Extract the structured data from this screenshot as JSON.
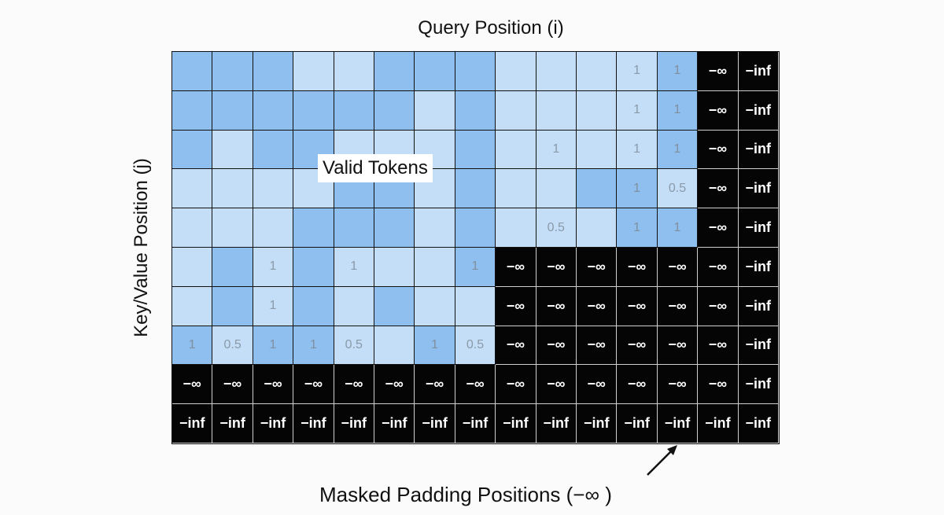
{
  "x_title": "Query Position (i)",
  "y_title": "Key/Value Position (j)",
  "overlay_label": "Valid Tokens",
  "bottom_label": "Masked Padding Positions (−∞ )",
  "colors": {
    "light": "#c4def8",
    "dark": "#8fbfee",
    "mask": "#050505"
  },
  "grid": [
    [
      {
        "c": "dark",
        "t": ""
      },
      {
        "c": "dark",
        "t": ""
      },
      {
        "c": "dark",
        "t": ""
      },
      {
        "c": "light",
        "t": ""
      },
      {
        "c": "light",
        "t": ""
      },
      {
        "c": "dark",
        "t": ""
      },
      {
        "c": "dark",
        "t": ""
      },
      {
        "c": "dark",
        "t": ""
      },
      {
        "c": "light",
        "t": ""
      },
      {
        "c": "light",
        "t": ""
      },
      {
        "c": "light",
        "t": ""
      },
      {
        "c": "light",
        "t": "1"
      },
      {
        "c": "dark",
        "t": "1"
      },
      {
        "c": "mask",
        "t": "−∞"
      },
      {
        "c": "mask",
        "t": "−inf"
      }
    ],
    [
      {
        "c": "dark",
        "t": ""
      },
      {
        "c": "dark",
        "t": ""
      },
      {
        "c": "dark",
        "t": ""
      },
      {
        "c": "dark",
        "t": ""
      },
      {
        "c": "dark",
        "t": ""
      },
      {
        "c": "dark",
        "t": ""
      },
      {
        "c": "light",
        "t": ""
      },
      {
        "c": "dark",
        "t": ""
      },
      {
        "c": "light",
        "t": ""
      },
      {
        "c": "light",
        "t": ""
      },
      {
        "c": "light",
        "t": ""
      },
      {
        "c": "light",
        "t": "1"
      },
      {
        "c": "dark",
        "t": "1"
      },
      {
        "c": "mask",
        "t": "−∞"
      },
      {
        "c": "mask",
        "t": "−inf"
      }
    ],
    [
      {
        "c": "dark",
        "t": ""
      },
      {
        "c": "light",
        "t": ""
      },
      {
        "c": "dark",
        "t": ""
      },
      {
        "c": "dark",
        "t": ""
      },
      {
        "c": "light",
        "t": ""
      },
      {
        "c": "light",
        "t": ""
      },
      {
        "c": "light",
        "t": ""
      },
      {
        "c": "dark",
        "t": ""
      },
      {
        "c": "light",
        "t": ""
      },
      {
        "c": "light",
        "t": "1"
      },
      {
        "c": "light",
        "t": ""
      },
      {
        "c": "light",
        "t": "1"
      },
      {
        "c": "dark",
        "t": "1"
      },
      {
        "c": "mask",
        "t": "−∞"
      },
      {
        "c": "mask",
        "t": "−inf"
      }
    ],
    [
      {
        "c": "light",
        "t": ""
      },
      {
        "c": "light",
        "t": ""
      },
      {
        "c": "light",
        "t": ""
      },
      {
        "c": "light",
        "t": ""
      },
      {
        "c": "dark",
        "t": ""
      },
      {
        "c": "dark",
        "t": ""
      },
      {
        "c": "light",
        "t": ""
      },
      {
        "c": "dark",
        "t": ""
      },
      {
        "c": "light",
        "t": ""
      },
      {
        "c": "light",
        "t": ""
      },
      {
        "c": "dark",
        "t": ""
      },
      {
        "c": "dark",
        "t": "1"
      },
      {
        "c": "light",
        "t": "0.5"
      },
      {
        "c": "mask",
        "t": "−∞"
      },
      {
        "c": "mask",
        "t": "−inf"
      }
    ],
    [
      {
        "c": "light",
        "t": ""
      },
      {
        "c": "light",
        "t": ""
      },
      {
        "c": "light",
        "t": ""
      },
      {
        "c": "dark",
        "t": ""
      },
      {
        "c": "dark",
        "t": ""
      },
      {
        "c": "dark",
        "t": ""
      },
      {
        "c": "light",
        "t": ""
      },
      {
        "c": "dark",
        "t": ""
      },
      {
        "c": "light",
        "t": ""
      },
      {
        "c": "light",
        "t": "0.5"
      },
      {
        "c": "light",
        "t": ""
      },
      {
        "c": "dark",
        "t": "1"
      },
      {
        "c": "dark",
        "t": "1"
      },
      {
        "c": "mask",
        "t": "−∞"
      },
      {
        "c": "mask",
        "t": "−inf"
      }
    ],
    [
      {
        "c": "light",
        "t": ""
      },
      {
        "c": "dark",
        "t": ""
      },
      {
        "c": "light",
        "t": "1"
      },
      {
        "c": "dark",
        "t": ""
      },
      {
        "c": "light",
        "t": "1"
      },
      {
        "c": "light",
        "t": ""
      },
      {
        "c": "light",
        "t": ""
      },
      {
        "c": "dark",
        "t": "1"
      },
      {
        "c": "mask",
        "t": "−∞"
      },
      {
        "c": "mask",
        "t": "−∞"
      },
      {
        "c": "mask",
        "t": "−∞"
      },
      {
        "c": "mask",
        "t": "−∞"
      },
      {
        "c": "mask",
        "t": "−∞"
      },
      {
        "c": "mask",
        "t": "−∞"
      },
      {
        "c": "mask",
        "t": "−inf"
      }
    ],
    [
      {
        "c": "light",
        "t": ""
      },
      {
        "c": "dark",
        "t": ""
      },
      {
        "c": "light",
        "t": "1"
      },
      {
        "c": "dark",
        "t": ""
      },
      {
        "c": "light",
        "t": ""
      },
      {
        "c": "dark",
        "t": ""
      },
      {
        "c": "light",
        "t": ""
      },
      {
        "c": "light",
        "t": ""
      },
      {
        "c": "mask",
        "t": "−∞"
      },
      {
        "c": "mask",
        "t": "−∞"
      },
      {
        "c": "mask",
        "t": "−∞"
      },
      {
        "c": "mask",
        "t": "−∞"
      },
      {
        "c": "mask",
        "t": "−∞"
      },
      {
        "c": "mask",
        "t": "−∞"
      },
      {
        "c": "mask",
        "t": "−inf"
      }
    ],
    [
      {
        "c": "dark",
        "t": "1"
      },
      {
        "c": "light",
        "t": "0.5"
      },
      {
        "c": "dark",
        "t": "1"
      },
      {
        "c": "dark",
        "t": "1"
      },
      {
        "c": "light",
        "t": "0.5"
      },
      {
        "c": "light",
        "t": ""
      },
      {
        "c": "dark",
        "t": "1"
      },
      {
        "c": "light",
        "t": "0.5"
      },
      {
        "c": "mask",
        "t": "−∞"
      },
      {
        "c": "mask",
        "t": "−∞"
      },
      {
        "c": "mask",
        "t": "−∞"
      },
      {
        "c": "mask",
        "t": "−∞"
      },
      {
        "c": "mask",
        "t": "−∞"
      },
      {
        "c": "mask",
        "t": "−∞"
      },
      {
        "c": "mask",
        "t": "−inf"
      }
    ],
    [
      {
        "c": "mask",
        "t": "−∞"
      },
      {
        "c": "mask",
        "t": "−∞"
      },
      {
        "c": "mask",
        "t": "−∞"
      },
      {
        "c": "mask",
        "t": "−∞"
      },
      {
        "c": "mask",
        "t": "−∞"
      },
      {
        "c": "mask",
        "t": "−∞"
      },
      {
        "c": "mask",
        "t": "−∞"
      },
      {
        "c": "mask",
        "t": "−∞"
      },
      {
        "c": "mask",
        "t": "−∞"
      },
      {
        "c": "mask",
        "t": "−∞"
      },
      {
        "c": "mask",
        "t": "−∞"
      },
      {
        "c": "mask",
        "t": "−∞"
      },
      {
        "c": "mask",
        "t": "−∞"
      },
      {
        "c": "mask",
        "t": "−∞"
      },
      {
        "c": "mask",
        "t": "−inf"
      }
    ],
    [
      {
        "c": "mask",
        "t": "−inf"
      },
      {
        "c": "mask",
        "t": "−inf"
      },
      {
        "c": "mask",
        "t": "−inf"
      },
      {
        "c": "mask",
        "t": "−inf"
      },
      {
        "c": "mask",
        "t": "−inf"
      },
      {
        "c": "mask",
        "t": "−inf"
      },
      {
        "c": "mask",
        "t": "−inf"
      },
      {
        "c": "mask",
        "t": "−inf"
      },
      {
        "c": "mask",
        "t": "−inf"
      },
      {
        "c": "mask",
        "t": "−inf"
      },
      {
        "c": "mask",
        "t": "−inf"
      },
      {
        "c": "mask",
        "t": "−inf"
      },
      {
        "c": "mask",
        "t": "−inf"
      },
      {
        "c": "mask",
        "t": "−inf"
      },
      {
        "c": "mask",
        "t": "−inf"
      }
    ]
  ]
}
